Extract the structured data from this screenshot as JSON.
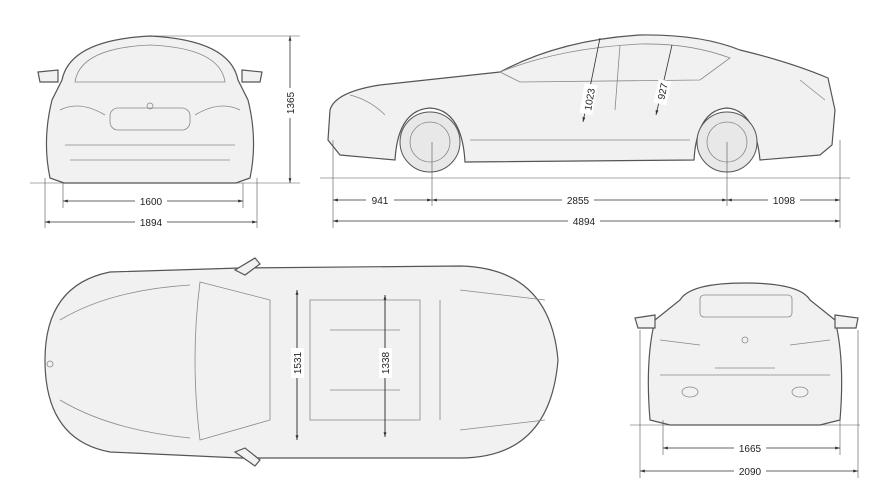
{
  "front_view": {
    "height": "1365",
    "track": "1600",
    "width": "1894"
  },
  "side_view": {
    "front_overhang": "941",
    "wheelbase": "2855",
    "rear_overhang": "1098",
    "length": "4894",
    "front_headroom": "1023",
    "rear_headroom": "927"
  },
  "top_view": {
    "front_interior_width": "1531",
    "rear_interior_width": "1338"
  },
  "rear_view": {
    "track": "1665",
    "width": "2090"
  }
}
